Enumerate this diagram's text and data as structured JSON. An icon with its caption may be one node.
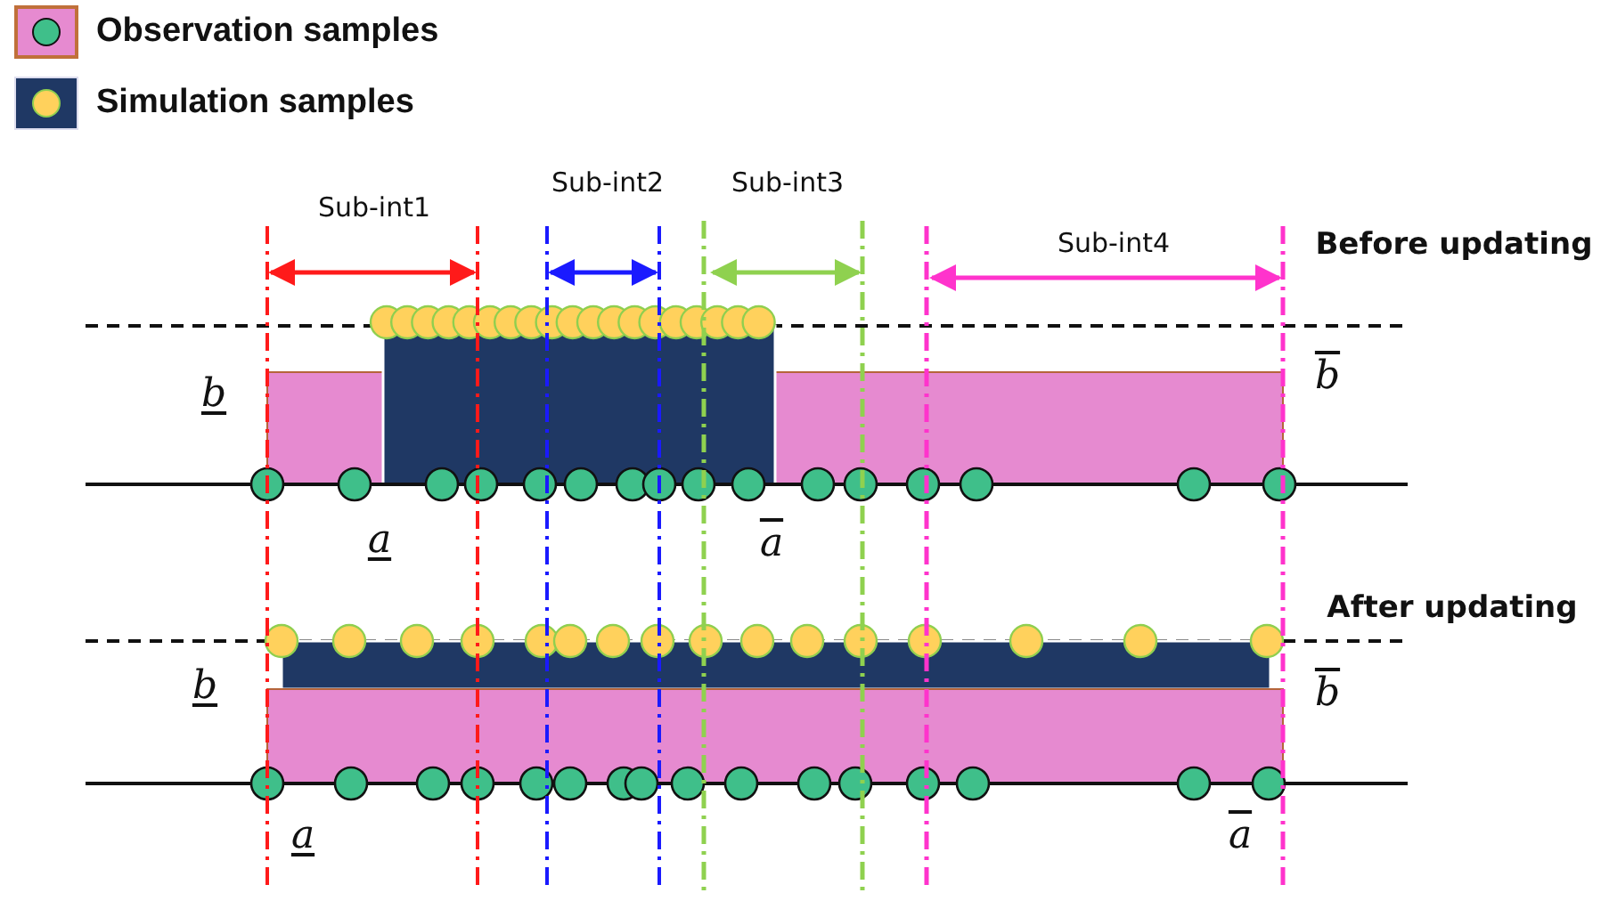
{
  "diagram": {
    "labels": [
      "Sub-int1",
      "Sub-int2",
      "Sub-int3",
      "Sub-int4",
      "Before updating",
      "b",
      "b",
      "a",
      "a",
      "After updating",
      "b",
      "b",
      "a",
      "a"
    ],
    "legend": [
      {
        "text": "Observation samples",
        "color": "#e68ad0"
      },
      {
        "text": "Simulation samples",
        "color": "#1f3864"
      }
    ]
  }
}
